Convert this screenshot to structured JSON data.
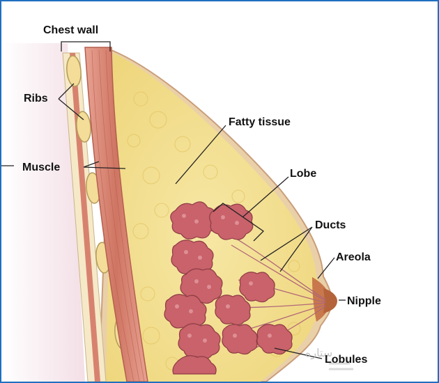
{
  "labels": {
    "chest_wall": "Chest wall",
    "ribs": "Ribs",
    "muscle": "Muscle",
    "fatty_tissue": "Fatty tissue",
    "lobe": "Lobe",
    "ducts": "Ducts",
    "areola": "Areola",
    "nipple": "Nipple",
    "lobules": "Lobules"
  },
  "watermark": "ستاره",
  "colors": {
    "frame": "#1f6fc0",
    "fat": "#f3e08a",
    "muscle": "#d98a78",
    "skin": "#e9c6a0",
    "lobule": "#c9626a",
    "nipple": "#c8784c"
  }
}
